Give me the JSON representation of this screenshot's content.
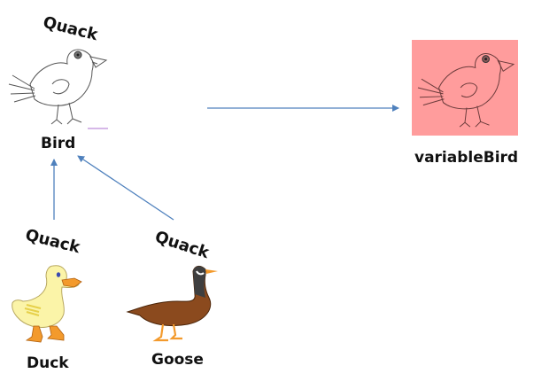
{
  "diagram": {
    "nodes": [
      {
        "id": "bird",
        "label": "Bird",
        "sound": "Quack",
        "image": "bird-outline-icon"
      },
      {
        "id": "variableBird",
        "label": "variableBird",
        "image": "bird-outline-icon",
        "highlight_color": "#ff9c9c"
      },
      {
        "id": "duck",
        "label": "Duck",
        "sound": "Quack",
        "image": "duck-icon"
      },
      {
        "id": "goose",
        "label": "Goose",
        "sound": "Quack",
        "image": "goose-icon"
      }
    ],
    "edges": [
      {
        "from": "duck",
        "to": "bird",
        "type": "inherits"
      },
      {
        "from": "goose",
        "to": "bird",
        "type": "inherits"
      },
      {
        "from": "bird",
        "to": "variableBird",
        "type": "assigned"
      }
    ],
    "arrow_color": "#4f81bd"
  }
}
